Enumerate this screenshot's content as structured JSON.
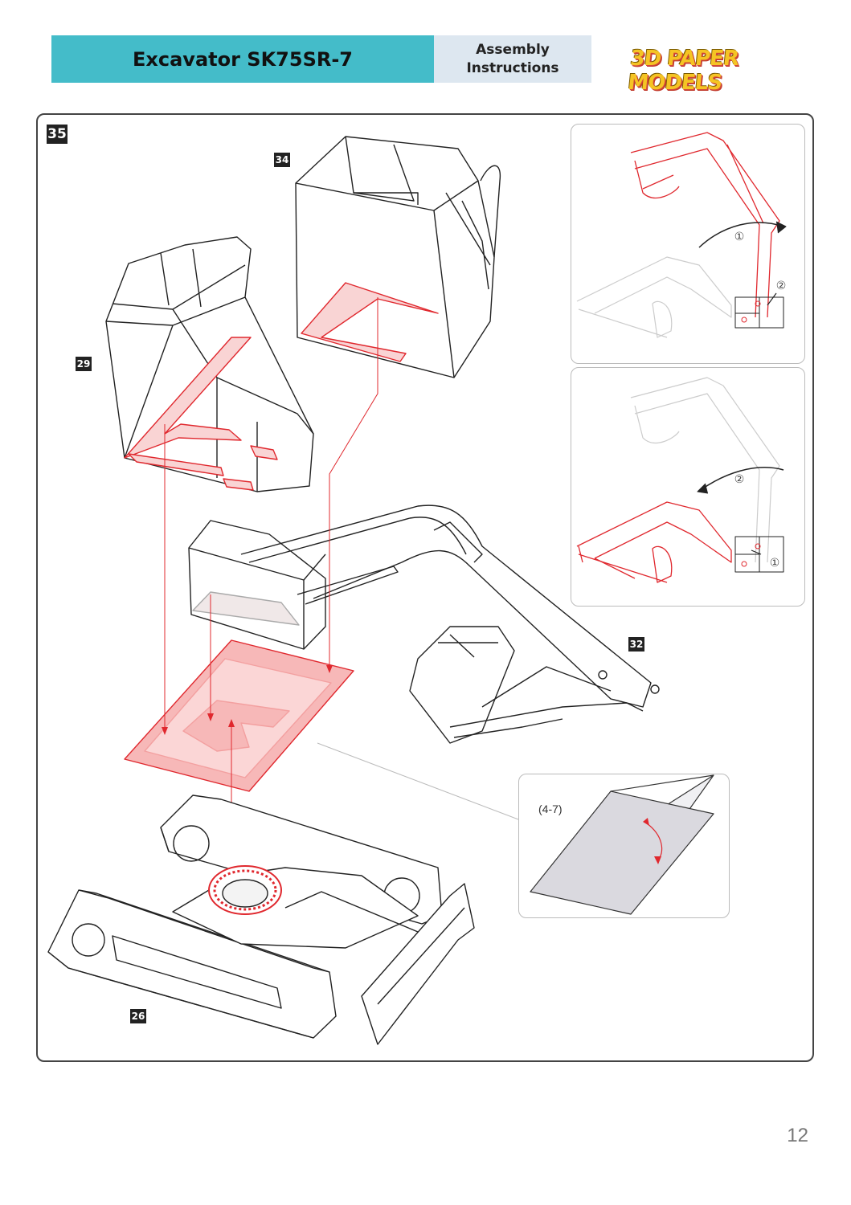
{
  "header": {
    "title": "Excavator SK75SR-7",
    "subtitle_line1": "Assembly",
    "subtitle_line2": "Instructions",
    "brand": "3D PAPER MODELS"
  },
  "step": {
    "number": "35"
  },
  "parts": {
    "cab": "34",
    "engine_cover": "29",
    "boom_arm": "32",
    "undercarriage": "26"
  },
  "insets": {
    "top_markers": [
      "①",
      "②"
    ],
    "middle_markers": [
      "②",
      "①"
    ],
    "fold_label": "(4-7)"
  },
  "page_number": "12",
  "colors": {
    "accent": "#44bcc9",
    "subtitle_bg": "#dde7f0",
    "guide_red": "#e0282e",
    "glue_pink": "#f5b5b5"
  },
  "icons": [
    "rotation-arrow-icon",
    "pivot-arrow-icon",
    "fold-arrow-icon"
  ]
}
